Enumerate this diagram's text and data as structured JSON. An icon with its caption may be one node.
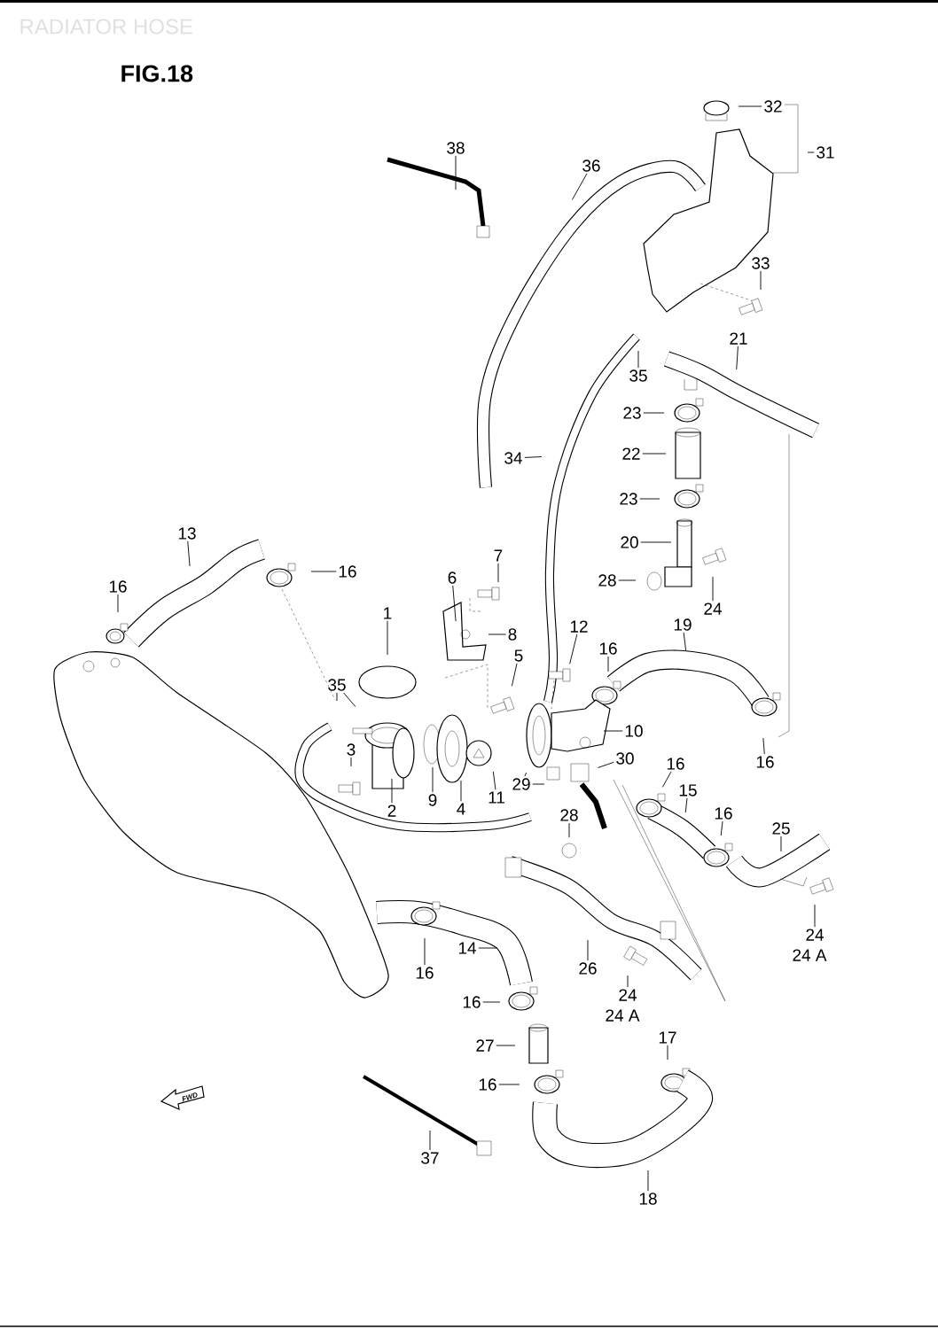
{
  "diagram": {
    "title": "FIG.18",
    "nodes": [
      {
        "text": [
          "32"
        ]
      },
      {
        "text": [
          "31"
        ]
      },
      {
        "text": [
          "38"
        ]
      },
      {
        "text": [
          "36"
        ]
      },
      {
        "text": [
          "33"
        ]
      },
      {
        "text": [
          "21"
        ]
      },
      {
        "text": [
          "35"
        ]
      },
      {
        "text": [
          "23"
        ]
      },
      {
        "text": [
          "22"
        ]
      },
      {
        "text": [
          "34"
        ]
      },
      {
        "text": [
          "23"
        ]
      },
      {
        "text": [
          "20"
        ]
      },
      {
        "text": [
          "28"
        ]
      },
      {
        "text": [
          "24"
        ]
      },
      {
        "text": [
          "13"
        ]
      },
      {
        "text": [
          "16"
        ]
      },
      {
        "text": [
          "16"
        ]
      },
      {
        "text": [
          "7"
        ]
      },
      {
        "text": [
          "6"
        ]
      },
      {
        "text": [
          "1"
        ]
      },
      {
        "text": [
          "8"
        ]
      },
      {
        "text": [
          "12"
        ]
      },
      {
        "text": [
          "19"
        ]
      },
      {
        "text": [
          "16"
        ]
      },
      {
        "text": [
          "5"
        ]
      },
      {
        "text": [
          "35"
        ]
      },
      {
        "text": [
          "10"
        ]
      },
      {
        "text": [
          "3"
        ]
      },
      {
        "text": [
          "16"
        ]
      },
      {
        "text": [
          "30"
        ]
      },
      {
        "text": [
          "16"
        ]
      },
      {
        "text": [
          "29"
        ]
      },
      {
        "text": [
          "2"
        ]
      },
      {
        "text": [
          "9"
        ]
      },
      {
        "text": [
          "4"
        ]
      },
      {
        "text": [
          "11"
        ]
      },
      {
        "text": [
          "15"
        ]
      },
      {
        "text": [
          "16"
        ]
      },
      {
        "text": [
          "25"
        ]
      },
      {
        "text": [
          "28"
        ]
      },
      {
        "text": [
          "24"
        ],
        "beside": [
          "24 A"
        ]
      },
      {
        "text": [
          "16"
        ]
      },
      {
        "text": [
          "14"
        ]
      },
      {
        "text": [
          "26"
        ]
      },
      {
        "text": [
          "16"
        ]
      },
      {
        "text": [
          "24"
        ],
        "beside": [
          "24 A"
        ]
      },
      {
        "text": [
          "27"
        ]
      },
      {
        "text": [
          "17"
        ]
      },
      {
        "text": [
          "16"
        ]
      },
      {
        "text": [
          "37"
        ]
      },
      {
        "text": [
          "18"
        ]
      }
    ],
    "edges": [
      {
        "from": 0,
        "to": null,
        "arrow": "none"
      },
      {
        "from": 1,
        "to": null,
        "arrow": "none"
      },
      {
        "from": 2,
        "to": null,
        "arrow": "none"
      },
      {
        "from": 3,
        "to": null,
        "arrow": "none"
      },
      {
        "from": 4,
        "to": null,
        "arrow": "none"
      },
      {
        "from": 5,
        "to": null,
        "arrow": "none"
      },
      {
        "from": 6,
        "to": null,
        "arrow": "none"
      },
      {
        "from": 7,
        "to": null,
        "arrow": "none"
      },
      {
        "from": 8,
        "to": null,
        "arrow": "none"
      },
      {
        "from": 9,
        "to": null,
        "arrow": "none"
      },
      {
        "from": 10,
        "to": null,
        "arrow": "none"
      },
      {
        "from": 11,
        "to": null,
        "arrow": "none"
      },
      {
        "from": 12,
        "to": null,
        "arrow": "none"
      },
      {
        "from": 13,
        "to": null,
        "arrow": "none"
      },
      {
        "from": 14,
        "to": null,
        "arrow": "none"
      },
      {
        "from": 15,
        "to": null,
        "arrow": "none"
      },
      {
        "from": 16,
        "to": null,
        "arrow": "none"
      },
      {
        "from": 17,
        "to": null,
        "arrow": "none"
      },
      {
        "from": 18,
        "to": null,
        "arrow": "none"
      },
      {
        "from": 19,
        "to": null,
        "arrow": "none"
      },
      {
        "from": 20,
        "to": null,
        "arrow": "none"
      },
      {
        "from": 21,
        "to": null,
        "arrow": "none"
      },
      {
        "from": 22,
        "to": null,
        "arrow": "none"
      },
      {
        "from": 23,
        "to": null,
        "arrow": "none"
      },
      {
        "from": 24,
        "to": null,
        "arrow": "none"
      },
      {
        "from": 25,
        "to": null,
        "arrow": "none"
      },
      {
        "from": 25,
        "to": null,
        "arrow": "none"
      },
      {
        "from": 26,
        "to": null,
        "arrow": "none"
      },
      {
        "from": 27,
        "to": null,
        "arrow": "none"
      },
      {
        "from": 28,
        "to": null,
        "arrow": "none"
      },
      {
        "from": 29,
        "to": null,
        "arrow": "none"
      },
      {
        "from": 30,
        "to": null,
        "arrow": "none"
      },
      {
        "from": 31,
        "to": null,
        "arrow": "none"
      },
      {
        "from": 31,
        "to": null,
        "arrow": "none"
      },
      {
        "from": 32,
        "to": null,
        "arrow": "none"
      },
      {
        "from": 33,
        "to": null,
        "arrow": "none"
      },
      {
        "from": 34,
        "to": null,
        "arrow": "none"
      },
      {
        "from": 35,
        "to": null,
        "arrow": "none"
      },
      {
        "from": 36,
        "to": null,
        "arrow": "none"
      },
      {
        "from": 37,
        "to": null,
        "arrow": "none"
      },
      {
        "from": 38,
        "to": null,
        "arrow": "none"
      },
      {
        "from": 39,
        "to": null,
        "arrow": "none"
      },
      {
        "from": 40,
        "to": null,
        "arrow": "none"
      },
      {
        "from": 41,
        "to": null,
        "arrow": "none"
      },
      {
        "from": 42,
        "to": null,
        "arrow": "none"
      },
      {
        "from": 43,
        "to": null,
        "arrow": "none"
      },
      {
        "from": 44,
        "to": null,
        "arrow": "none"
      },
      {
        "from": 45,
        "to": null,
        "arrow": "none"
      },
      {
        "from": 46,
        "to": null,
        "arrow": "none"
      },
      {
        "from": 47,
        "to": null,
        "arrow": "none"
      },
      {
        "from": 48,
        "to": null,
        "arrow": "none"
      },
      {
        "from": 49,
        "to": null,
        "arrow": "none"
      },
      {
        "from": 50,
        "to": null,
        "arrow": "none"
      }
    ],
    "labels": [
      "RADIATOR HOSE",
      "FWD"
    ]
  }
}
